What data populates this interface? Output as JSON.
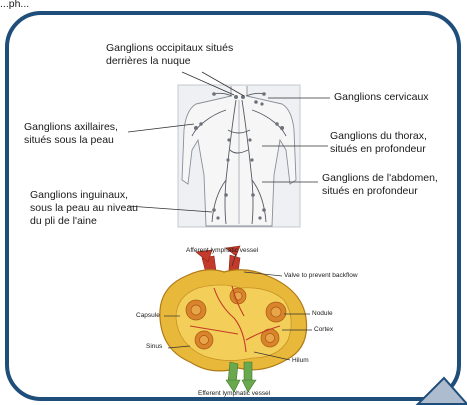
{
  "top_fragment": "...ph...",
  "body_diagram": {
    "labels": {
      "occipital": [
        "Ganglions occipitaux situés",
        "derrières la nuque"
      ],
      "cervical": [
        "Ganglions cervicaux"
      ],
      "axillary": [
        "Ganglions axillaires,",
        "situés sous la peau"
      ],
      "thorax": [
        "Ganglions du thorax,",
        "situés en profondeur"
      ],
      "abdomen": [
        "Ganglions de l'abdomen,",
        "situés en profondeur"
      ],
      "inguinal": [
        "Ganglions inguinaux,",
        "sous la peau au niveau",
        "du pli de l'aine"
      ]
    }
  },
  "node_diagram": {
    "labels": {
      "afferent": "Afferent lymphatic vessel",
      "valve": "Valve to prevent backflow",
      "capsule": "Capsule",
      "nodule": "Nodule",
      "cortex": "Cortex",
      "sinus": "Sinus",
      "hilum": "Hilum",
      "efferent": "Efferent lymphatic vessel"
    }
  },
  "colors": {
    "frame": "#1f4e7a",
    "corner": "#aebcd0",
    "node_fill": "#e8b83a",
    "node_inner": "#d9842a",
    "vessel_red": "#c43a2a",
    "vessel_green": "#6aa84f"
  }
}
